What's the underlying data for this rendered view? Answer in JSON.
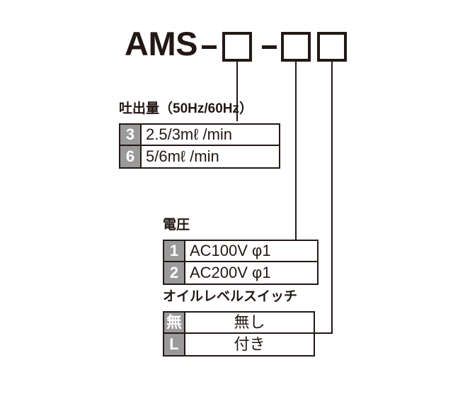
{
  "model": {
    "prefix": "AMS",
    "separator": "–",
    "boxes": [
      {
        "name": "discharge-code-box",
        "value": ""
      },
      {
        "name": "voltage-code-box",
        "value": ""
      },
      {
        "name": "oil-level-switch-code-box",
        "value": ""
      }
    ]
  },
  "tables": [
    {
      "id": "discharge",
      "title": "吐出量（50Hz/60Hz）",
      "align": "left",
      "rows": [
        {
          "code": "3",
          "desc": "2.5/3mℓ /min"
        },
        {
          "code": "6",
          "desc": "5/6mℓ /min"
        }
      ]
    },
    {
      "id": "voltage",
      "title": "電圧",
      "align": "left",
      "rows": [
        {
          "code": "1",
          "desc": "AC100V φ1"
        },
        {
          "code": "2",
          "desc": "AC200V φ1"
        }
      ]
    },
    {
      "id": "oil",
      "title": "オイルレベルスイッチ",
      "align": "center",
      "rows": [
        {
          "code": "無",
          "desc": "無し"
        },
        {
          "code": "L",
          "desc": "付き"
        }
      ]
    }
  ],
  "colors": {
    "ink": "#231815",
    "code_cell_bg": "#9a9a9a",
    "code_cell_text": "#ffffff",
    "page_bg": "#ffffff"
  }
}
